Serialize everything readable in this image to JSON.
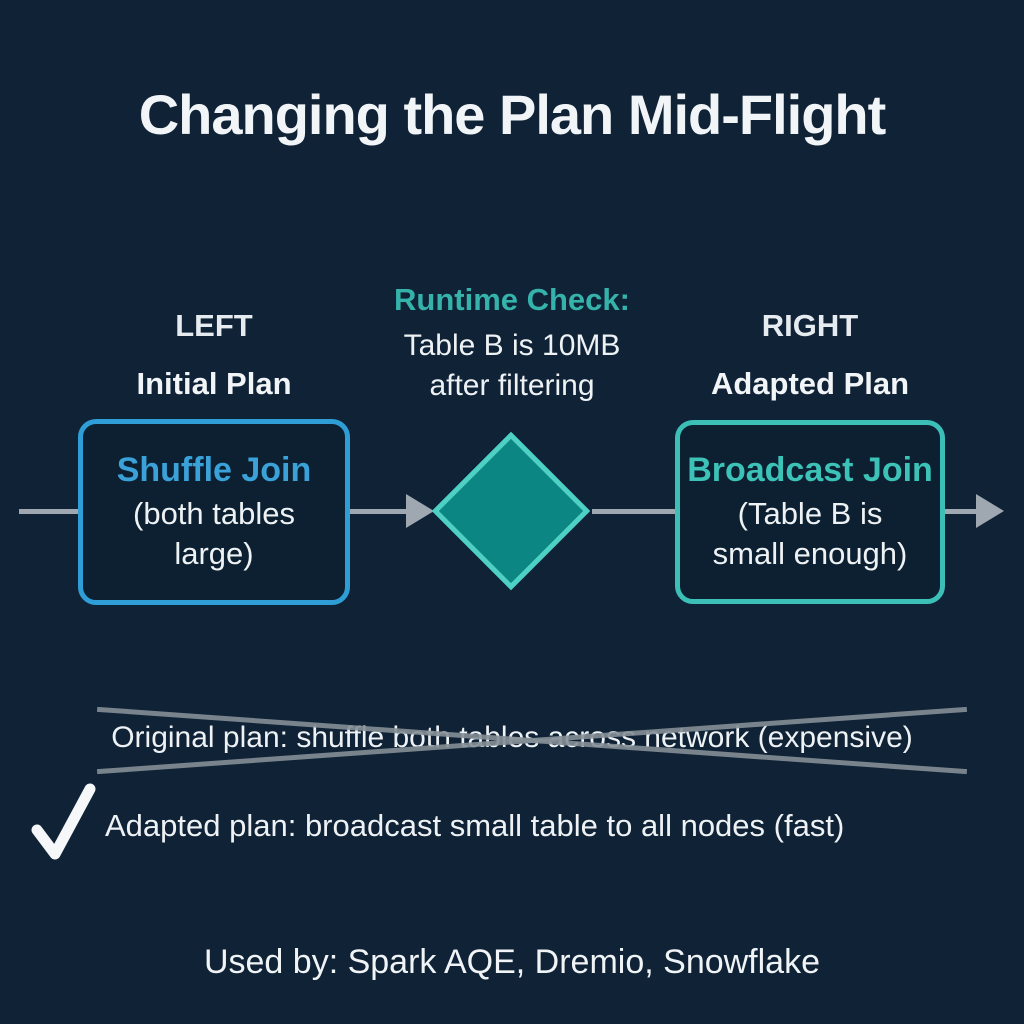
{
  "title": "Changing the Plan Mid-Flight",
  "colors": {
    "background": "#0f2236",
    "title_text": "#f2f5f7",
    "body_text": "#eef2f5",
    "blue_accent": "#3aa2d9",
    "blue_border": "#2f9ed6",
    "teal_accent": "#3cc2b7",
    "teal_label": "#35b3aa",
    "diamond_fill": "#0b8682",
    "diamond_border": "#4ed0c4",
    "arrow_gray": "#9fa8b0",
    "cross_gray": "#848e96"
  },
  "flow": {
    "left": {
      "position_label": "LEFT",
      "plan_label": "Initial Plan",
      "node_title": "Shuffle Join",
      "node_detail": "(both tables\nlarge)"
    },
    "center": {
      "check_label": "Runtime Check:",
      "check_detail": "Table B is 10MB\nafter filtering"
    },
    "right": {
      "position_label": "RIGHT",
      "plan_label": "Adapted Plan",
      "node_title": "Broadcast Join",
      "node_detail": "(Table B is\nsmall enough)"
    }
  },
  "comparison": {
    "rejected": "Original plan: shuffle both tables across network (expensive)",
    "accepted": "Adapted plan: broadcast small table to all nodes (fast)"
  },
  "footer": "Used by: Spark AQE, Dremio, Snowflake"
}
